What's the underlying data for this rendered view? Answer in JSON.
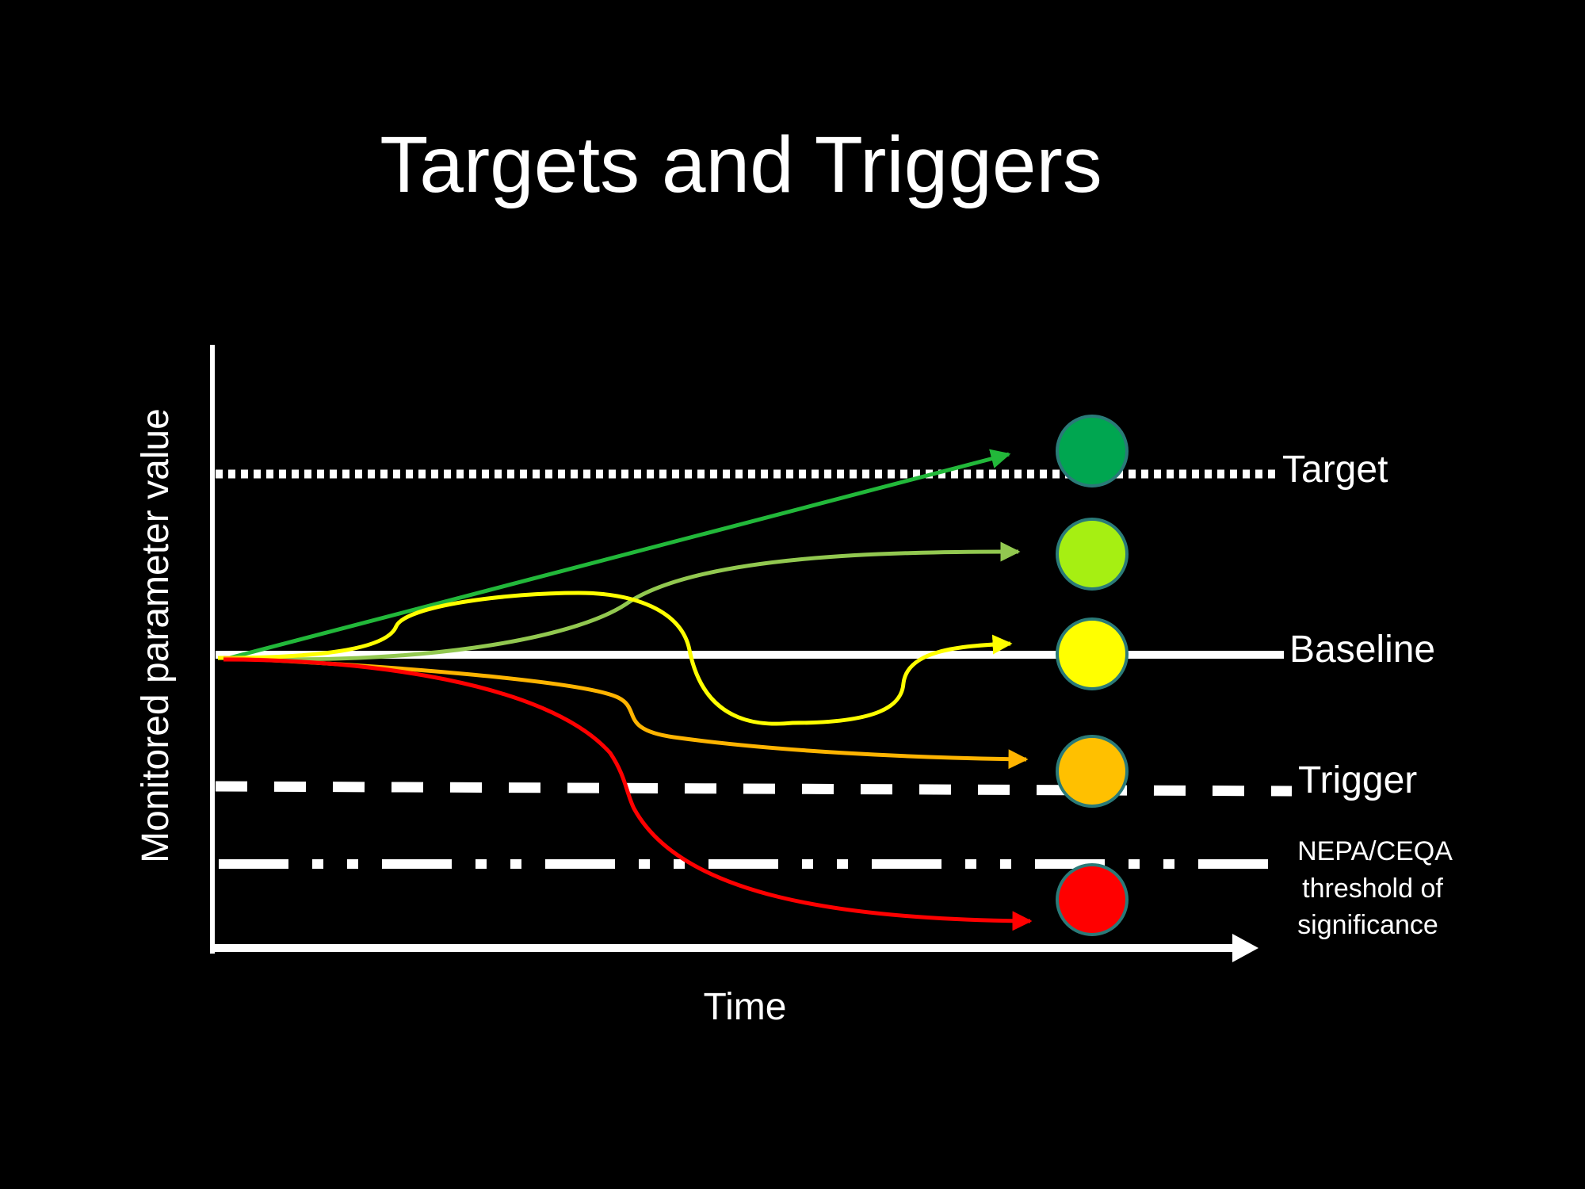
{
  "slide": {
    "title": "Targets and Triggers",
    "x_axis_label": "Time",
    "y_axis_label": "Monitored parameter value"
  },
  "reference_lines": [
    {
      "name": "target",
      "label": "Target",
      "style": "dotted",
      "color": "#ffffff"
    },
    {
      "name": "baseline",
      "label": "Baseline",
      "style": "solid",
      "color": "#ffffff"
    },
    {
      "name": "trigger",
      "label": "Trigger",
      "style": "dashed",
      "color": "#ffffff"
    },
    {
      "name": "threshold",
      "label_lines": [
        "NEPA/CEQA",
        "threshold of",
        "significance"
      ],
      "style": "dash-dot-dot",
      "color": "#ffffff"
    }
  ],
  "trajectories": [
    {
      "name": "dark-green",
      "color": "#22b83a"
    },
    {
      "name": "light-green",
      "color": "#92c850"
    },
    {
      "name": "yellow",
      "color": "#ffff00"
    },
    {
      "name": "orange",
      "color": "#ffb400"
    },
    {
      "name": "red",
      "color": "#ff0000"
    }
  ],
  "status_circles": [
    {
      "name": "dark-green",
      "color": "#00a650"
    },
    {
      "name": "light-green",
      "color": "#a6ef12"
    },
    {
      "name": "yellow",
      "color": "#ffff00"
    },
    {
      "name": "orange",
      "color": "#ffc000"
    },
    {
      "name": "red",
      "color": "#ff0000"
    }
  ],
  "colors": {
    "background": "#000000",
    "foreground": "#ffffff",
    "circle_border": "#2a7a78"
  }
}
